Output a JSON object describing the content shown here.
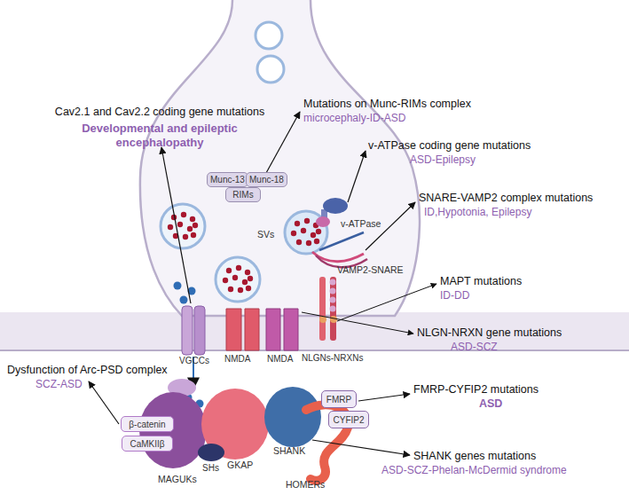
{
  "diagram": {
    "nodes": [
      {
        "text": [
          "Munc-13"
        ]
      },
      {
        "text": [
          "Munc-18"
        ]
      },
      {
        "text": [
          "RIMs"
        ]
      },
      {
        "text": [
          "β-catenin"
        ]
      },
      {
        "text": [
          "CaMKIIβ"
        ]
      },
      {
        "text": [
          "FMRP"
        ]
      },
      {
        "text": [
          "CYFIP2"
        ]
      }
    ],
    "labels": [
      "Cav2.1 and Cav2.2 coding gene mutations",
      "Developmental and epileptic encephalopathy",
      "Mutations on Munc-RIMs complex",
      "microcephaly-ID-ASD",
      "v-ATPase coding gene mutations",
      "ASD-Epilepsy",
      "SNARE-VAMP2 complex mutations",
      "ID,Hypotonia, Epilepsy",
      "SVs",
      "v-ATPase",
      "VAMP2-SNARE",
      "MAPT mutations",
      "ID-DD",
      "NLGN-NRXN gene mutations",
      "ASD-SCZ",
      "VGCCs",
      "NMDA",
      "NMDA",
      "NLGNs-NRXNs",
      "Dysfunction of Arc-PSD complex",
      "SCZ-ASD",
      "FMRP-CYFIP2 mutations",
      "ASD",
      "MAGUKs",
      "SHs",
      "GKAP",
      "SHANK",
      "HOMERs",
      "SHANK genes mutations",
      "ASD-SCZ-Phelan-McDermid syndrome"
    ]
  }
}
